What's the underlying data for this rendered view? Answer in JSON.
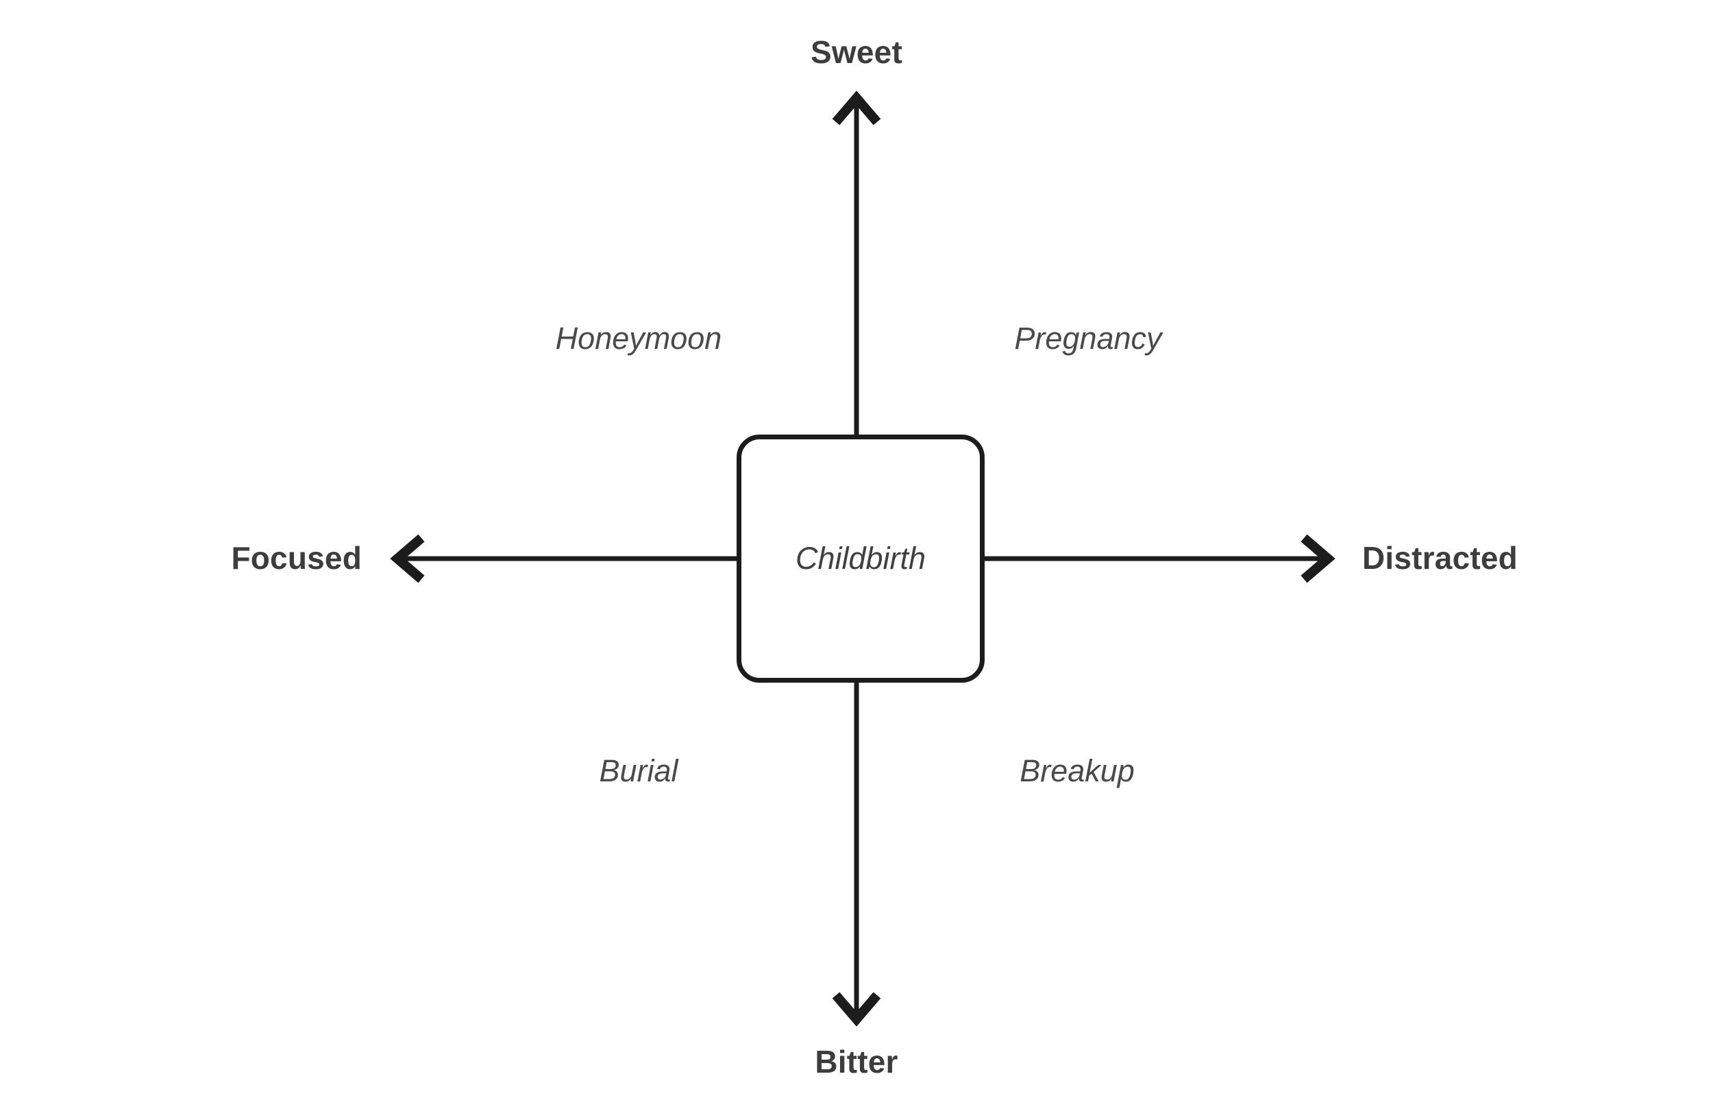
{
  "chart_data": {
    "type": "diagram",
    "subtype": "2x2-quadrant-matrix",
    "title": "",
    "background_color": "#ffffff",
    "line_color": "#1c1c1c",
    "label_color": "#3d3d3d",
    "quadrant_label_color": "#4a4a4a",
    "axes": {
      "vertical": {
        "positive_label": "Sweet",
        "negative_label": "Bitter",
        "positive_end": "top",
        "negative_end": "bottom",
        "double_headed": true
      },
      "horizontal": {
        "positive_label": "Distracted",
        "negative_label": "Focused",
        "positive_end": "right",
        "negative_end": "left",
        "double_headed": true
      }
    },
    "center": {
      "label": "Childbirth",
      "shape": "rounded-rectangle"
    },
    "quadrants": [
      {
        "position": "top-left",
        "label": "Honeymoon",
        "x": -1,
        "y": 1
      },
      {
        "position": "top-right",
        "label": "Pregnancy",
        "x": 1,
        "y": 1
      },
      {
        "position": "bottom-left",
        "label": "Burial",
        "x": -1,
        "y": -1
      },
      {
        "position": "bottom-right",
        "label": "Breakup",
        "x": 1,
        "y": -1
      }
    ]
  },
  "axis_labels": {
    "top": "Sweet",
    "bottom": "Bitter",
    "left": "Focused",
    "right": "Distracted"
  },
  "quadrant_labels": {
    "top_left": "Honeymoon",
    "top_right": "Pregnancy",
    "bottom_left": "Burial",
    "bottom_right": "Breakup"
  },
  "center_node": {
    "label": "Childbirth"
  }
}
